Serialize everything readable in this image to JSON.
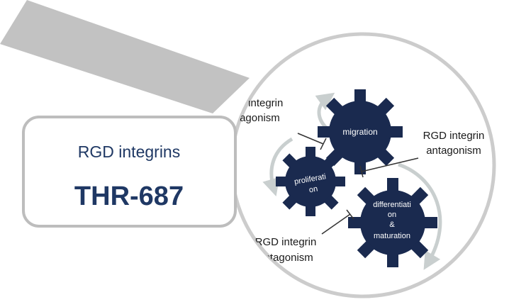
{
  "callout": {
    "subtitle": "RGD integrins",
    "title": "THR-687"
  },
  "diagram": {
    "antagonism_labels": {
      "top_left_line1": "RGD integrin",
      "top_left_line2": "antagonism",
      "right_line1": "RGD integrin",
      "right_line2": "antagonism",
      "bottom_line1": "RGD integrin",
      "bottom_line2": "antagonism"
    },
    "gears": {
      "migration": "migration",
      "proliferation_line1": "proliferati",
      "proliferation_line2": "on",
      "differentiation_line1": "differentiati",
      "differentiation_line2": "on",
      "differentiation_line3": "&",
      "differentiation_line4": "maturation"
    }
  },
  "colors": {
    "gear": "#1a2a4f",
    "magnifier_ring": "#cccccc",
    "callout_border": "#bdbdbd",
    "callout_text": "#1f3864",
    "cycle_arrow": "#c9cfcf"
  }
}
